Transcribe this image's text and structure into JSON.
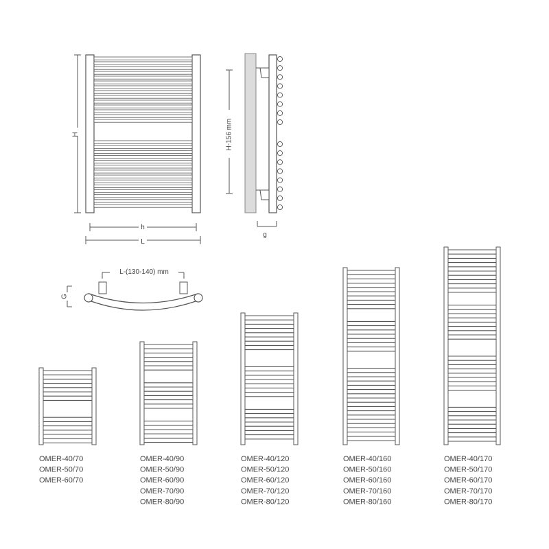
{
  "dimensions": {
    "height": "H",
    "inner_width": "h",
    "width": "L",
    "axis_spacing": "H-156 mm",
    "depth": "g",
    "connection_spacing": "L-(130-140) mm",
    "wall_gap": "G"
  },
  "models": [
    {
      "height_cm": 70,
      "names": [
        "OMER-40/70",
        "OMER-50/70",
        "OMER-60/70"
      ],
      "gaps": 1
    },
    {
      "height_cm": 90,
      "names": [
        "OMER-40/90",
        "OMER-50/90",
        "OMER-60/90",
        "OMER-70/90",
        "OMER-80/90"
      ],
      "gaps": 2
    },
    {
      "height_cm": 120,
      "names": [
        "OMER-40/120",
        "OMER-50/120",
        "OMER-60/120",
        "OMER-70/120",
        "OMER-80/120"
      ],
      "gaps": 2
    },
    {
      "height_cm": 160,
      "names": [
        "OMER-40/160",
        "OMER-50/160",
        "OMER-60/160",
        "OMER-70/160",
        "OMER-80/160"
      ],
      "gaps": 2
    },
    {
      "height_cm": 170,
      "names": [
        "OMER-40/170",
        "OMER-50/170",
        "OMER-60/170",
        "OMER-70/170",
        "OMER-80/170"
      ],
      "gaps": 3
    }
  ],
  "colors": {
    "line": "#555555",
    "text": "#444444",
    "wall": "#dcdcdc"
  }
}
